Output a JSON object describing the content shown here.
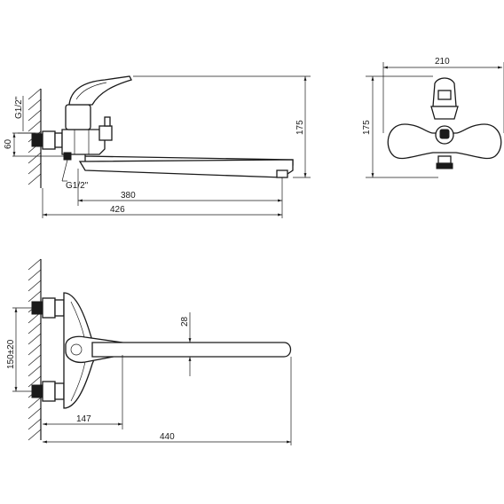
{
  "diagram": {
    "views": {
      "front": {
        "labels": {
          "inlet_thread_top": "G1/2\"",
          "inlet_thread_bottom": "G1/2\"",
          "axis_offset": "60",
          "height": "175",
          "spout_reach": "380",
          "overall_length": "426"
        }
      },
      "side": {
        "labels": {
          "width": "210",
          "height": "175"
        }
      },
      "top": {
        "labels": {
          "spout_diameter": "28",
          "center_distance": "150±20",
          "body_depth": "147",
          "overall_length": "440"
        }
      }
    }
  }
}
